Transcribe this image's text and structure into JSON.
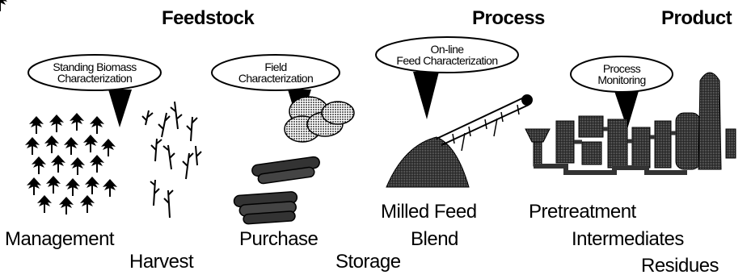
{
  "headers": {
    "feedstock": "Feedstock",
    "process": "Process",
    "product": "Product"
  },
  "callouts": [
    {
      "line1": "Standing Biomass",
      "line2": "Characterization"
    },
    {
      "line1": "Field",
      "line2": "Characterization"
    },
    {
      "line1": "On-line",
      "line2": "Feed Characterization"
    },
    {
      "line1": "Process",
      "line2": "Monitoring"
    }
  ],
  "stages": {
    "management": "Management",
    "harvest": "Harvest",
    "purchase": "Purchase",
    "storage": "Storage",
    "milled_feed": "Milled Feed",
    "blend": "Blend",
    "pretreatment": "Pretreatment",
    "intermediates": "Intermediates",
    "residues": "Residues"
  }
}
